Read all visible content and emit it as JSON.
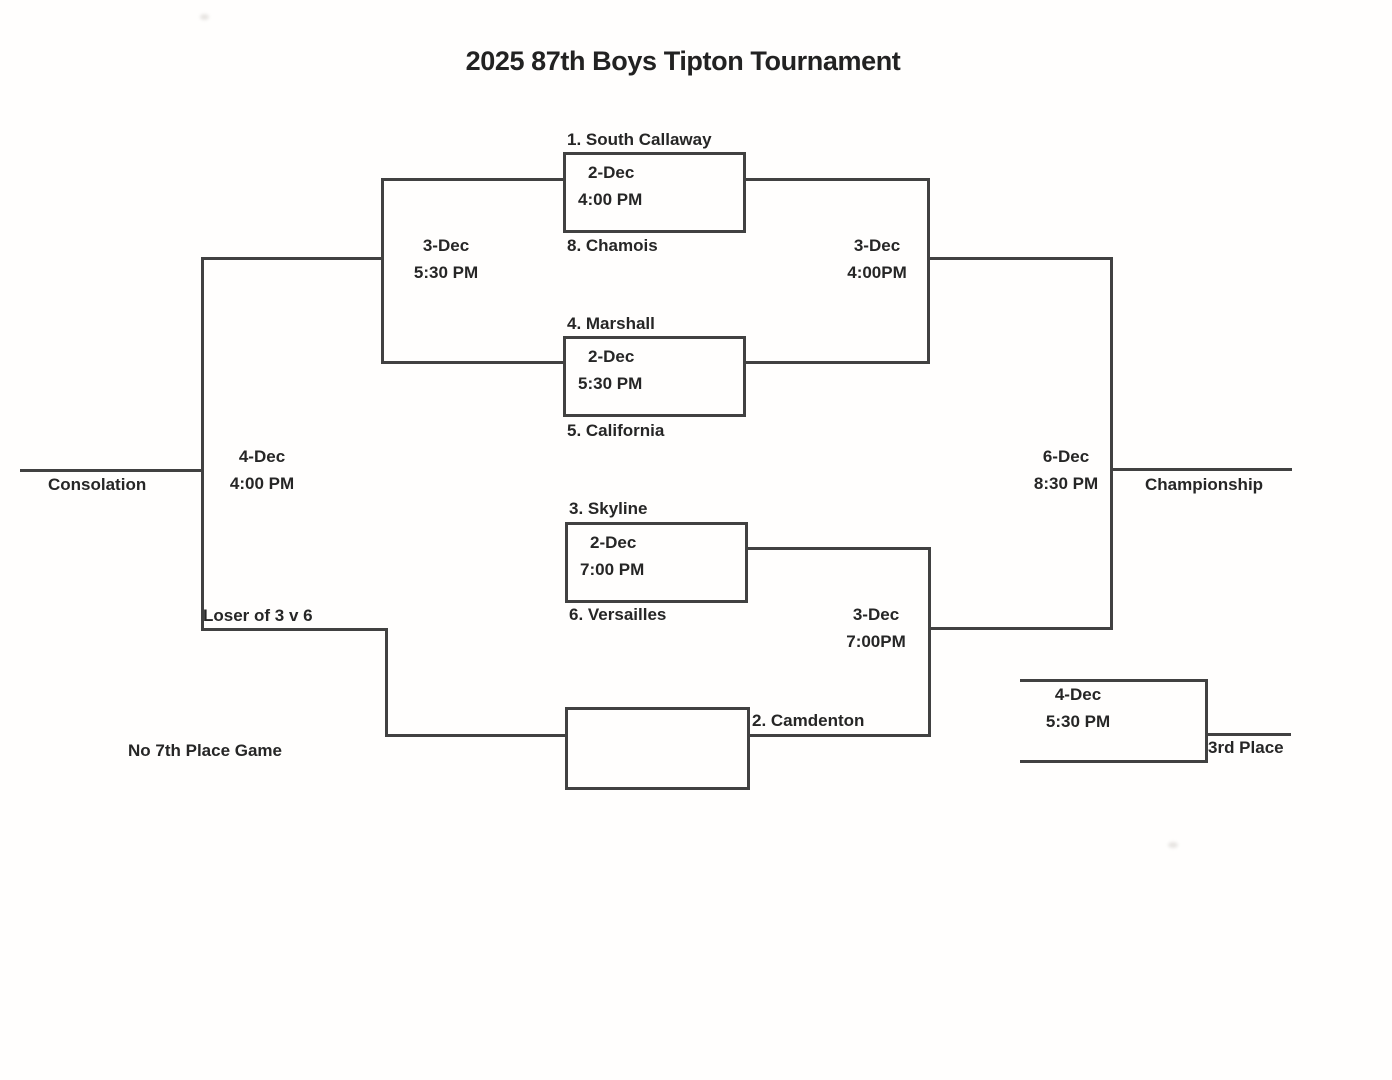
{
  "title": "2025 87th Boys Tipton Tournament",
  "teams": {
    "seed1": "1. South Callaway",
    "seed8": "8. Chamois",
    "seed4": "4. Marshall",
    "seed5": "5. California",
    "seed3": "3. Skyline",
    "seed6": "6. Versailles",
    "seed2": "2. Camdenton"
  },
  "games": {
    "quarterfinal_1": {
      "date": "2-Dec",
      "time": "4:00 PM"
    },
    "quarterfinal_2": {
      "date": "2-Dec",
      "time": "5:30 PM"
    },
    "quarterfinal_3": {
      "date": "2-Dec",
      "time": "7:00 PM"
    },
    "semifinal_top": {
      "date": "3-Dec",
      "time": "4:00PM"
    },
    "semifinal_bottom": {
      "date": "3-Dec",
      "time": "7:00PM"
    },
    "consolation_semifinal": {
      "date": "3-Dec",
      "time": "5:30 PM"
    },
    "consolation_final": {
      "date": "4-Dec",
      "time": "4:00 PM"
    },
    "championship": {
      "date": "6-Dec",
      "time": "8:30 PM"
    },
    "third_place": {
      "date": "4-Dec",
      "time": "5:30 PM"
    }
  },
  "labels": {
    "consolation": "Consolation",
    "championship": "Championship",
    "third_place": "3rd Place",
    "loser_3_v_6": "Loser of 3 v 6",
    "no_seventh_place": "No 7th Place Game"
  }
}
